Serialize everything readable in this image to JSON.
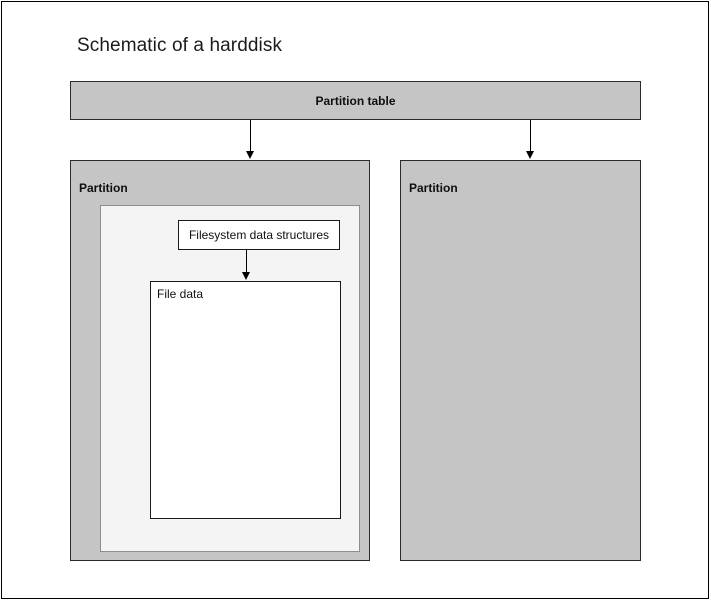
{
  "diagram": {
    "title": "Schematic of a harddisk",
    "type": "block-diagram",
    "colors": {
      "partition_fill": "#c5c5c5",
      "partition_border": "#2b2b2b",
      "filesystem_container_fill": "#f4f4f4",
      "filesystem_container_border": "#8d8d8d",
      "box_fill": "#ffffff",
      "box_border": "#1a1a1a",
      "arrow": "#000000",
      "text": "#111111",
      "page_background": "#ffffff",
      "page_border": "#000000"
    },
    "nodes": {
      "partition_table": {
        "label": "Partition table"
      },
      "partition_one": {
        "label": "Partition"
      },
      "partition_two": {
        "label": "Partition"
      },
      "filesystem_data_structures": {
        "label": "Filesystem data structures"
      },
      "file_data": {
        "label": "File data"
      }
    },
    "edges": [
      {
        "name": "partition-table-to-partition-one",
        "from": "Partition table",
        "to": "Partition",
        "arrowhead": "filled-triangle",
        "direction": "down"
      },
      {
        "name": "partition-table-to-partition-two",
        "from": "Partition table",
        "to": "Partition",
        "arrowhead": "filled-triangle",
        "direction": "down"
      },
      {
        "name": "filesystem-to-file-data",
        "from": "Filesystem data structures",
        "to": "File data",
        "arrowhead": "filled-triangle",
        "direction": "down"
      }
    ]
  }
}
